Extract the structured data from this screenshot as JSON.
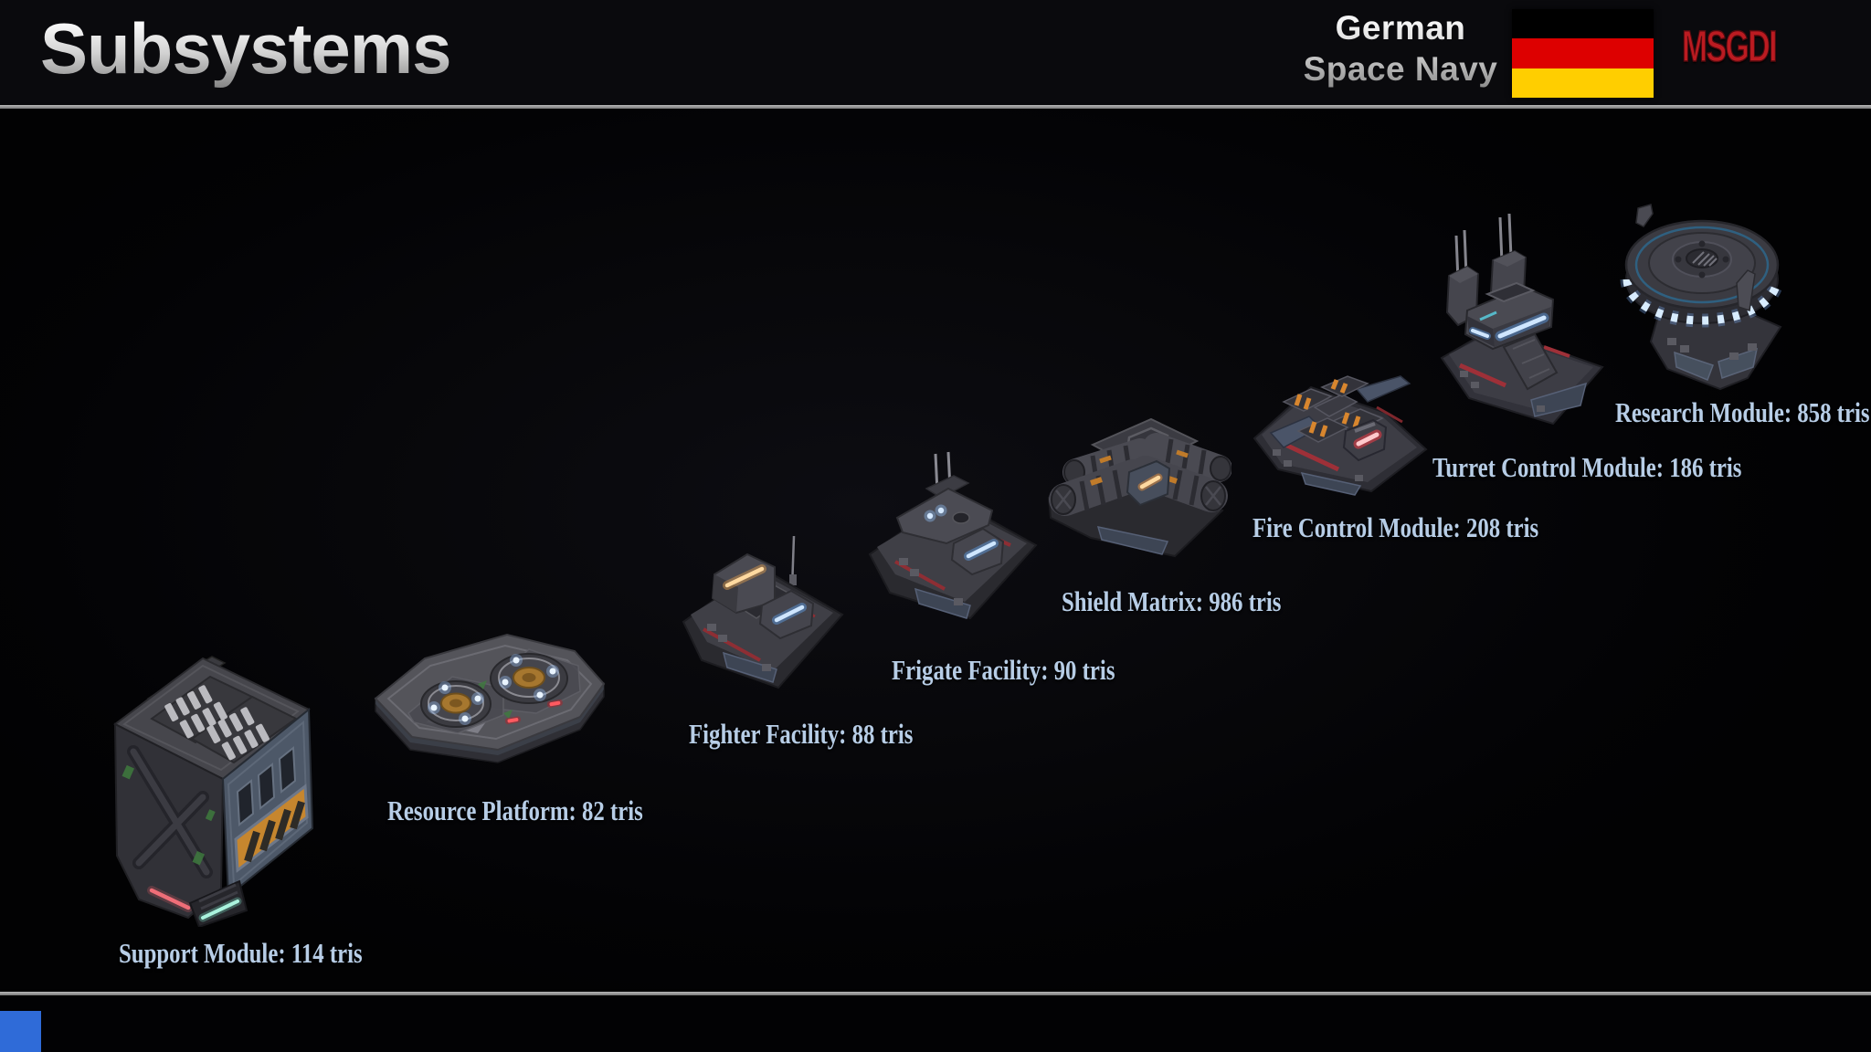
{
  "header": {
    "title": "Subsystems",
    "brand": {
      "line1": "German",
      "line2": "Space Navy"
    },
    "logo_text": "MSGDI",
    "flag_colors": {
      "top": "#000000",
      "middle": "#dd0000",
      "bottom": "#ffce00"
    }
  },
  "items": [
    {
      "id": "support-module",
      "name": "Support Module",
      "tris": 114,
      "label": "Support Module: 114 tris"
    },
    {
      "id": "resource-platform",
      "name": "Resource Platform",
      "tris": 82,
      "label": "Resource Platform: 82 tris"
    },
    {
      "id": "fighter-facility",
      "name": "Fighter Facility",
      "tris": 88,
      "label": "Fighter Facility: 88 tris"
    },
    {
      "id": "frigate-facility",
      "name": "Frigate Facility",
      "tris": 90,
      "label": "Frigate Facility: 90 tris"
    },
    {
      "id": "shield-matrix",
      "name": "Shield Matrix",
      "tris": 986,
      "label": "Shield Matrix: 986 tris"
    },
    {
      "id": "fire-control-module",
      "name": "Fire Control Module",
      "tris": 208,
      "label": "Fire Control Module: 208 tris"
    },
    {
      "id": "turret-control-module",
      "name": "Turret Control Module",
      "tris": 186,
      "label": "Turret Control Module: 186 tris"
    },
    {
      "id": "research-module",
      "name": "Research Module",
      "tris": 858,
      "label": "Research Module: 858 tris"
    }
  ],
  "colors": {
    "label_text": "#b7cde6",
    "logo_red": "#bb1b21",
    "corner_accent": "#2f6bd8",
    "glow_blue": "#cfe6ff",
    "glow_orange": "#f4a94e",
    "glow_teal": "#aaf3dd",
    "hazard_orange": "#c6862e",
    "stripe_red": "#8e2e34"
  }
}
